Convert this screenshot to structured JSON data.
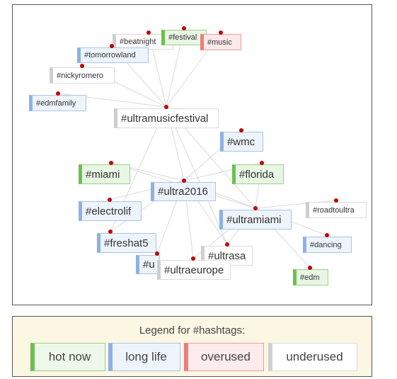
{
  "graph": {
    "nodes": [
      {
        "id": "beatnight",
        "label": "#beatnight",
        "category": "under"
      },
      {
        "id": "festival",
        "label": "#festival",
        "category": "hot"
      },
      {
        "id": "music",
        "label": "#music",
        "category": "over"
      },
      {
        "id": "tomorrowland",
        "label": "#tomorrowland",
        "category": "long"
      },
      {
        "id": "nickyromero",
        "label": "#nickyromero",
        "category": "under"
      },
      {
        "id": "edmfamily",
        "label": "#edmfamily",
        "category": "long"
      },
      {
        "id": "ultramusicfestival",
        "label": "#ultramusicfestival",
        "category": "under"
      },
      {
        "id": "wmc",
        "label": "#wmc",
        "category": "long"
      },
      {
        "id": "miami",
        "label": "#miami",
        "category": "hot"
      },
      {
        "id": "florida",
        "label": "#florida",
        "category": "hot"
      },
      {
        "id": "ultra2016",
        "label": "#ultra2016",
        "category": "long"
      },
      {
        "id": "electrolif",
        "label": "#electrolif",
        "category": "long"
      },
      {
        "id": "roadtoultra",
        "label": "#roadtoultra",
        "category": "under"
      },
      {
        "id": "ultramiami",
        "label": "#ultramiami",
        "category": "long"
      },
      {
        "id": "freshat5",
        "label": "#freshat5",
        "category": "long"
      },
      {
        "id": "dancing",
        "label": "#dancing",
        "category": "long"
      },
      {
        "id": "ultrasa",
        "label": "#ultrasa",
        "category": "under"
      },
      {
        "id": "u_partial",
        "label": "#u",
        "category": "long"
      },
      {
        "id": "ultraeurope",
        "label": "#ultraeurope",
        "category": "under"
      },
      {
        "id": "edm",
        "label": "#edm",
        "category": "hot"
      }
    ],
    "edges": [
      [
        "ultramusicfestival",
        "beatnight"
      ],
      [
        "ultramusicfestival",
        "festival"
      ],
      [
        "ultramusicfestival",
        "music"
      ],
      [
        "ultramusicfestival",
        "tomorrowland"
      ],
      [
        "ultramusicfestival",
        "nickyromero"
      ],
      [
        "ultramusicfestival",
        "edmfamily"
      ],
      [
        "ultramusicfestival",
        "ultra2016"
      ],
      [
        "ultramusicfestival",
        "freshat5"
      ],
      [
        "ultramusicfestival",
        "ultramiami"
      ],
      [
        "ultramusicfestival",
        "ultrasa"
      ],
      [
        "ultra2016",
        "wmc"
      ],
      [
        "ultra2016",
        "miami"
      ],
      [
        "ultra2016",
        "florida"
      ],
      [
        "ultra2016",
        "electrolif"
      ],
      [
        "ultra2016",
        "ultramiami"
      ],
      [
        "ultra2016",
        "freshat5"
      ],
      [
        "ultra2016",
        "u_partial"
      ],
      [
        "ultra2016",
        "ultraeurope"
      ],
      [
        "ultra2016",
        "ultrasa"
      ],
      [
        "ultramiami",
        "miami"
      ],
      [
        "ultramiami",
        "florida"
      ],
      [
        "ultramiami",
        "roadtoultra"
      ],
      [
        "ultramiami",
        "dancing"
      ],
      [
        "ultramiami",
        "edm"
      ],
      [
        "ultramiami",
        "ultrasa"
      ],
      [
        "ultramiami",
        "ultraeurope"
      ]
    ]
  },
  "legend": {
    "title": "Legend for #hashtags:",
    "items": {
      "hot": "hot now",
      "long": "long life",
      "over": "overused",
      "under": "underused"
    }
  },
  "colors": {
    "hot": "#6cbf4f",
    "long": "#8eb0e6",
    "over": "#ec7d7d",
    "under": "#cfcfcf",
    "dot": "#c00000",
    "edge": "#dadada"
  }
}
